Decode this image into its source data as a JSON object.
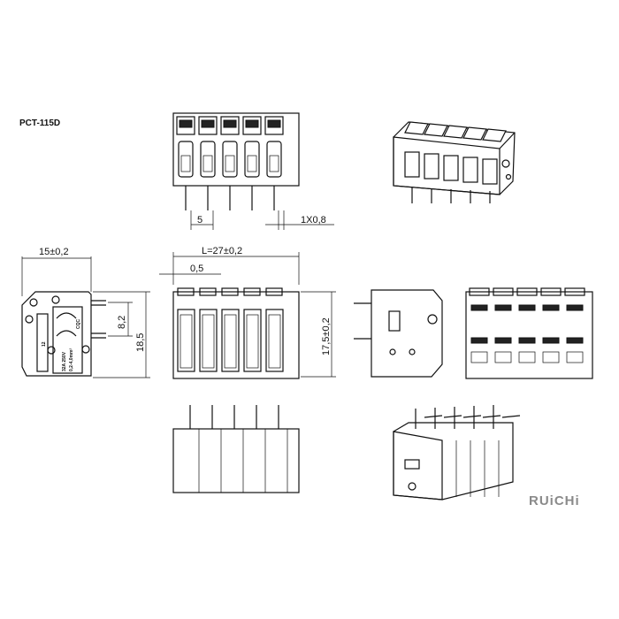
{
  "title": "PCT-115D",
  "logo": "RUiCHi",
  "poles": 5,
  "dimensions": {
    "pitch": "5",
    "pin": "1X0,8",
    "width": "15±0,2",
    "length": "L=27±0,2",
    "offset": "0,5",
    "pin_spacing": "8,2",
    "height": "18,5",
    "body_height": "17,5±0,2"
  },
  "side_marking": {
    "rating": "32A 250V",
    "wire": "0,2-4,0mm²",
    "strip": "12",
    "cert": "CQC"
  }
}
